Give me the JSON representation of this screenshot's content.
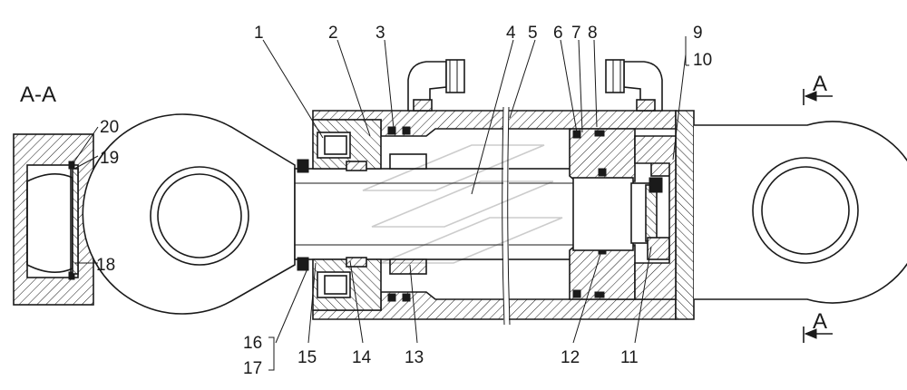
{
  "section_label": "A-A",
  "section_marks": {
    "top": "A",
    "bottom": "A"
  },
  "callouts": [
    {
      "id": "1",
      "text": "1"
    },
    {
      "id": "2",
      "text": "2"
    },
    {
      "id": "3",
      "text": "3"
    },
    {
      "id": "4",
      "text": "4"
    },
    {
      "id": "5",
      "text": "5"
    },
    {
      "id": "6",
      "text": "6"
    },
    {
      "id": "7",
      "text": "7"
    },
    {
      "id": "8",
      "text": "8"
    },
    {
      "id": "9",
      "text": "9"
    },
    {
      "id": "10",
      "text": "10"
    },
    {
      "id": "11",
      "text": "11"
    },
    {
      "id": "12",
      "text": "12"
    },
    {
      "id": "13",
      "text": "13"
    },
    {
      "id": "14",
      "text": "14"
    },
    {
      "id": "15",
      "text": "15"
    },
    {
      "id": "16",
      "text": "16"
    },
    {
      "id": "17",
      "text": "17"
    },
    {
      "id": "18",
      "text": "18"
    },
    {
      "id": "19",
      "text": "19"
    },
    {
      "id": "20",
      "text": "20"
    }
  ],
  "colors": {
    "ink": "#1a1a1a",
    "paper": "#ffffff"
  }
}
